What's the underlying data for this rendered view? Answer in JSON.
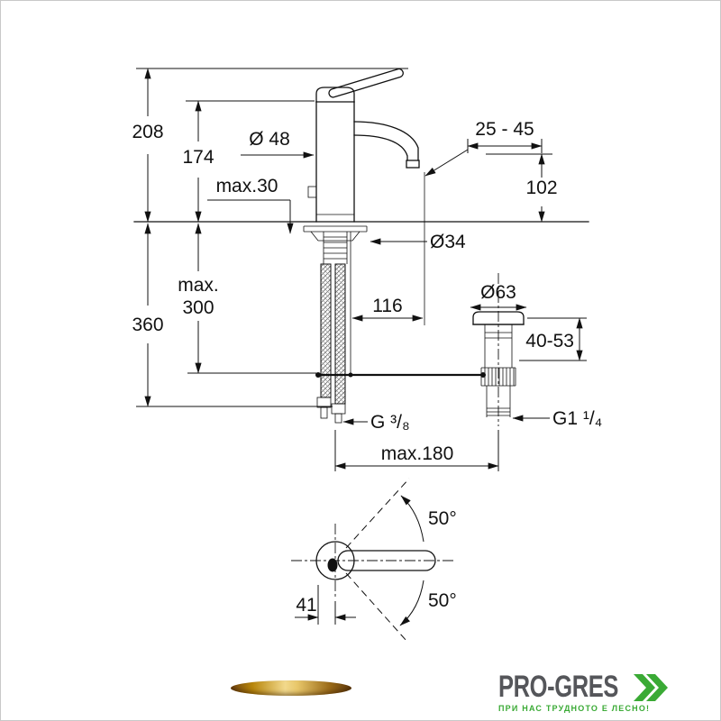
{
  "page": {
    "background": "#ffffff",
    "border_color": "#c9c9c9"
  },
  "diagram": {
    "subject": "single-lever basin mixer faucet dimensional drawing",
    "labels": {
      "height_total": "208",
      "height_body": "174",
      "body_diameter": "Ø 48",
      "deck_thickness": "max.30",
      "spout_range": "25 - 45",
      "spout_height": "102",
      "escutcheon_diameter": "Ø34",
      "hose_length_1": "max.",
      "hose_length_2": "300",
      "below_deck_total": "360",
      "spout_projection": "116",
      "drain_flange_diameter": "Ø63",
      "drain_range": "40-53",
      "supply_thread": "G ³/₈",
      "drain_thread": "G1 ¹/₄",
      "max_depth": "max.180",
      "swivel_angle_upper": "50°",
      "swivel_angle_lower": "50°",
      "handle_offset": "41"
    }
  },
  "footer": {
    "brand": "PRO-GRES",
    "tagline": "ПРИ НАС ТРУДНОТО Е ЛЕСНО!",
    "brand_color": "#55565a",
    "accent_color": "#3aaa35"
  }
}
